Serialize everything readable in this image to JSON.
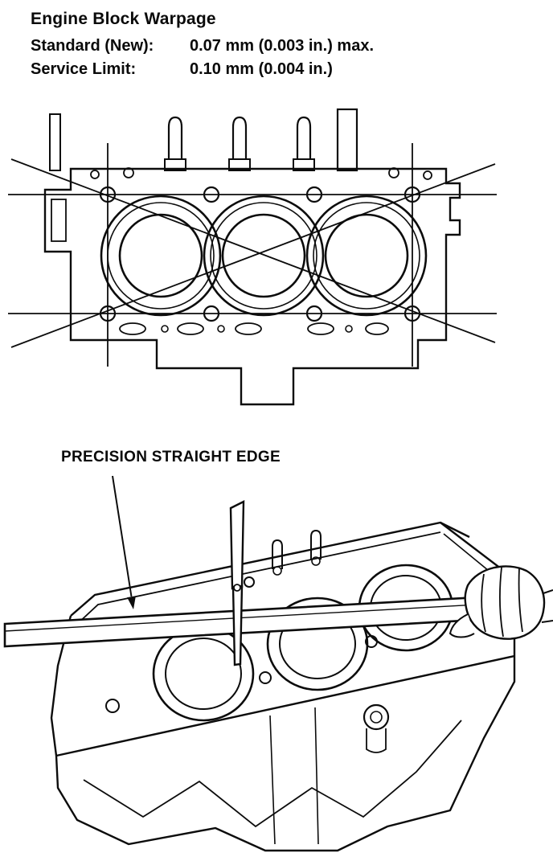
{
  "header": {
    "title": "Engine Block Warpage",
    "specs": [
      {
        "label": "Standard (New):",
        "value": "0.07 mm (0.003 in.) max."
      },
      {
        "label": "Service Limit:",
        "value": "0.10 mm (0.004 in.)"
      }
    ]
  },
  "figure1": {
    "description": "Engine block deck top view with three cylinder bores and warpage measurement lines (two horizontals, two verticals, two diagonals crossing at center)"
  },
  "figure2": {
    "label": "PRECISION STRAIGHT EDGE",
    "description": "Precision straight edge laid across engine block deck with feeler gauge, held by hand at right"
  }
}
